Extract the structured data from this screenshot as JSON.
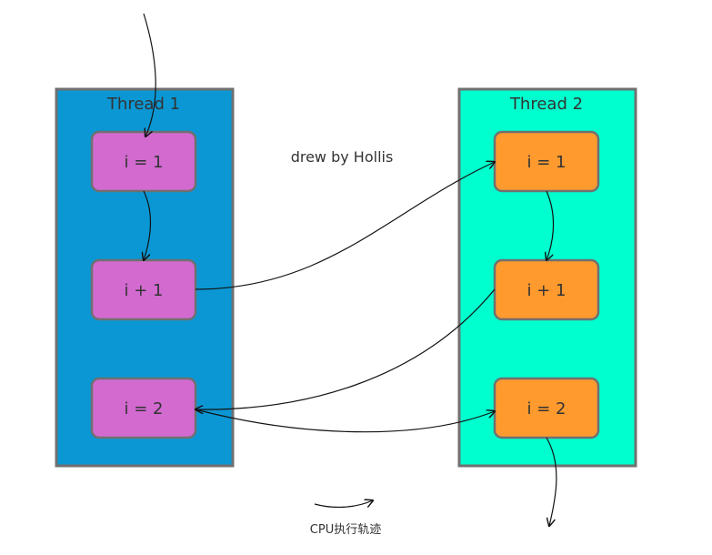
{
  "credit": "drew by Hollis",
  "legend": {
    "label": "CPU执行轨迹"
  },
  "threads": [
    {
      "title": "Thread 1",
      "lane_color": "#0b97d4",
      "box_color": "#d26ad0",
      "steps": [
        "i = 1",
        "i + 1",
        "i = 2"
      ]
    },
    {
      "title": "Thread 2",
      "lane_color": "#00ffcf",
      "box_color": "#ff9a2e",
      "steps": [
        "i = 1",
        "i + 1",
        "i = 2"
      ]
    }
  ],
  "colors": {
    "stroke": "#707070",
    "arrow": "#111111",
    "text": "#333333"
  }
}
